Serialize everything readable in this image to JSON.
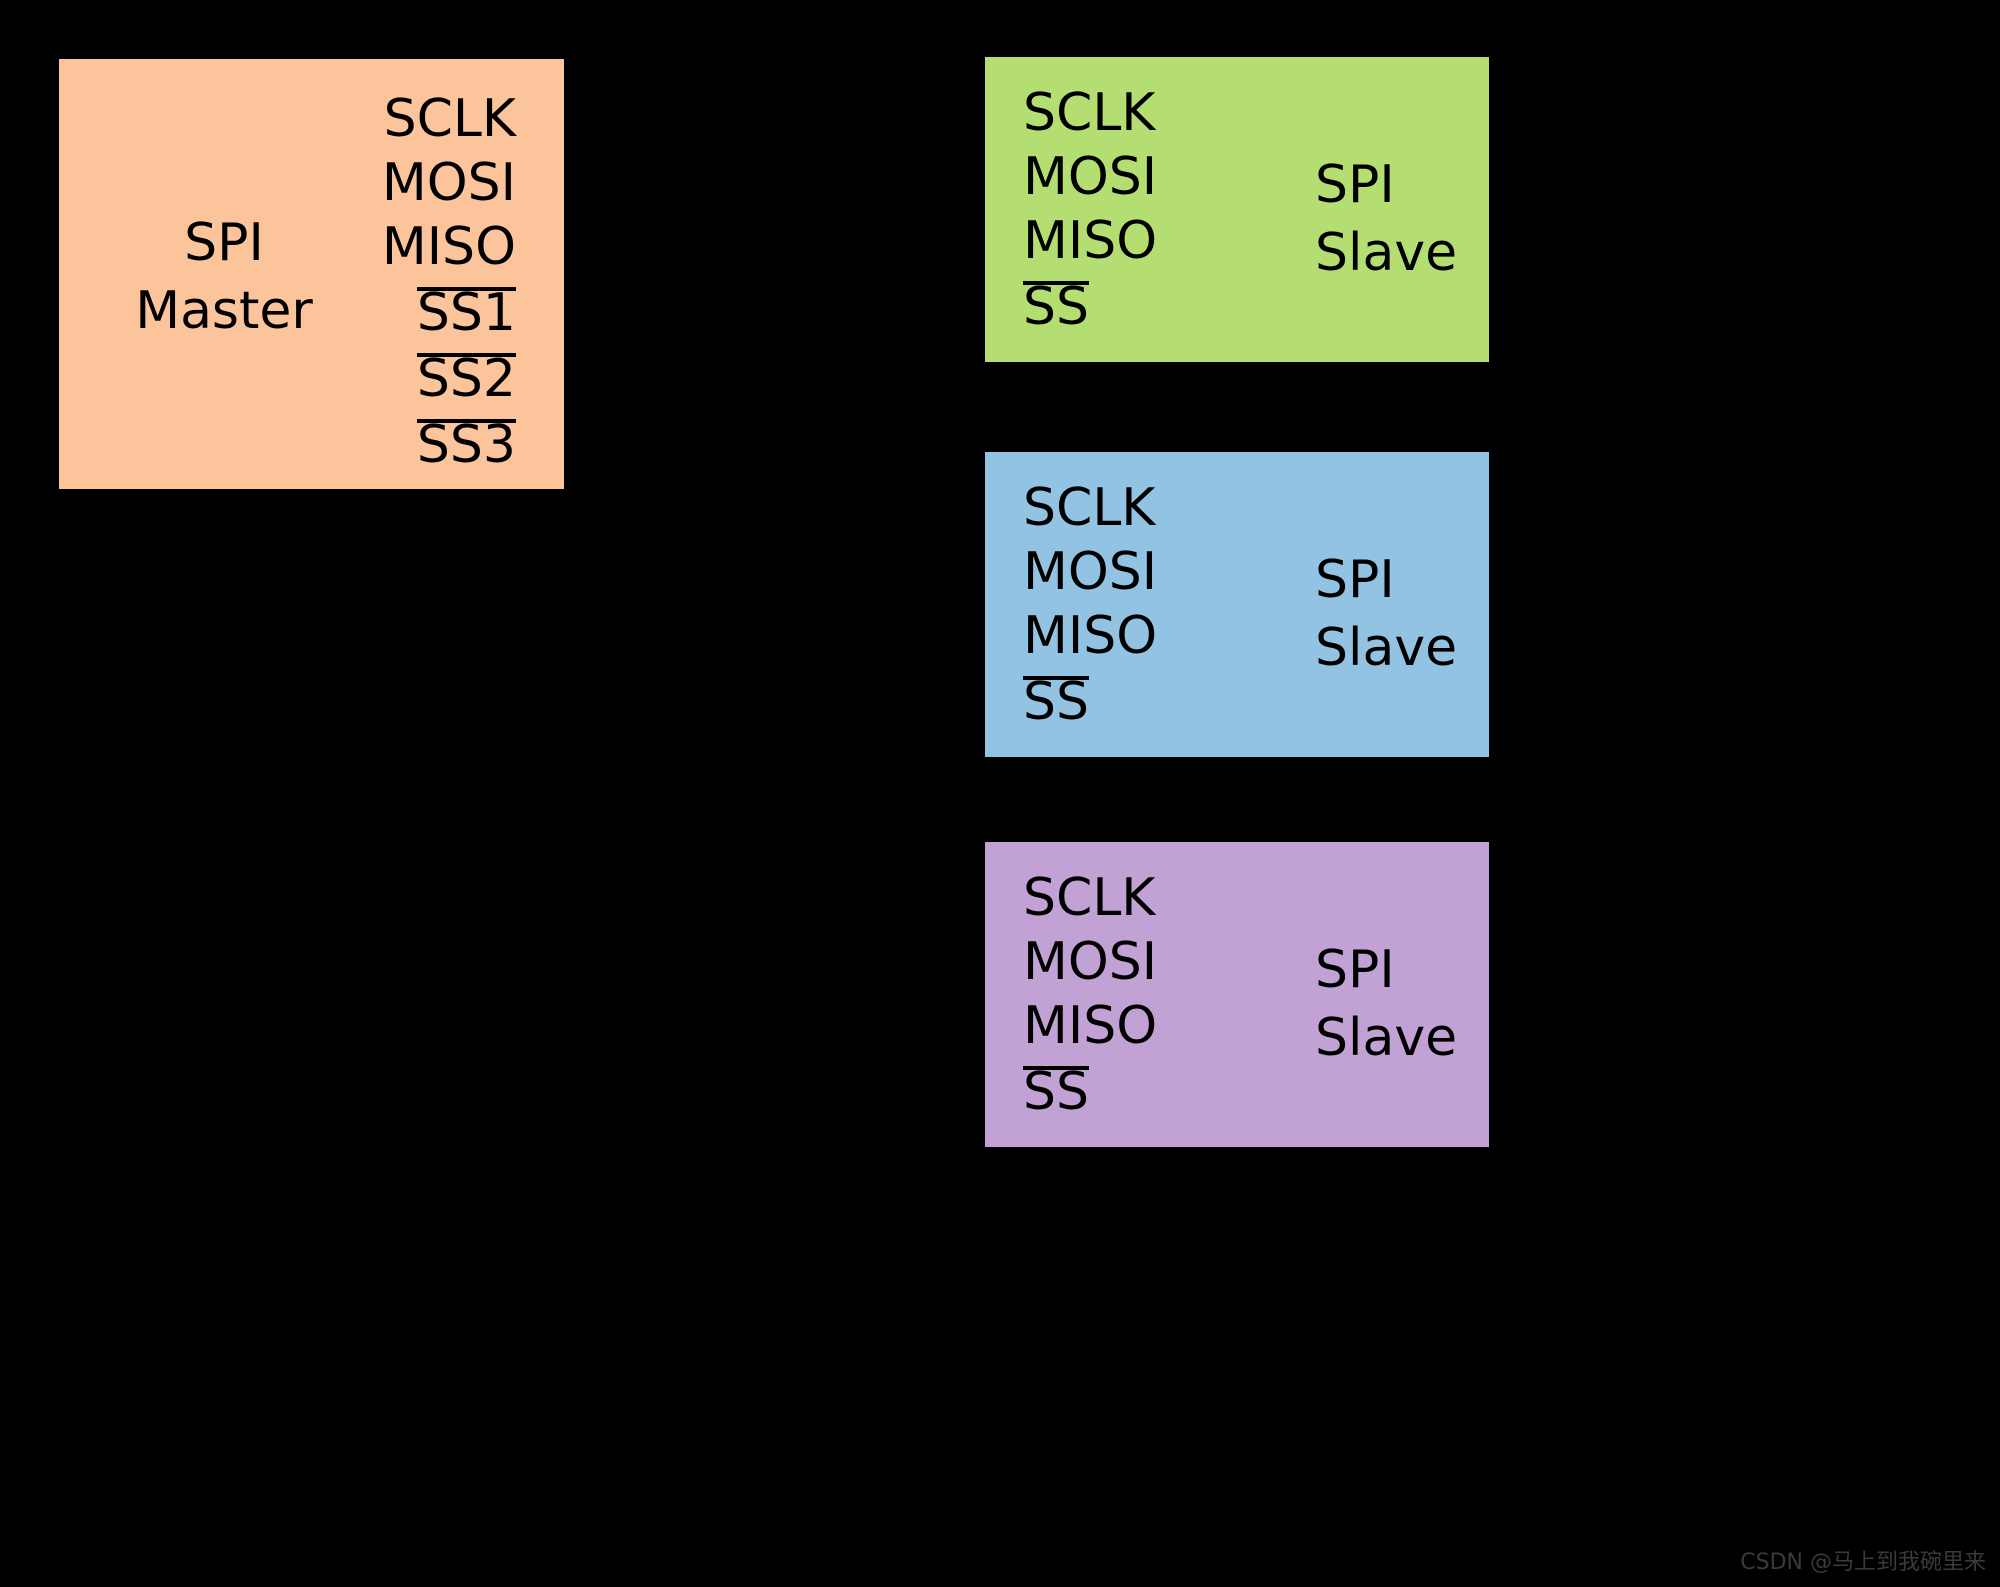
{
  "diagram": {
    "title": "SPI single-master multi-slave bus diagram",
    "background_color": "#000000",
    "master": {
      "role_line1": "SPI",
      "role_line2": "Master",
      "fill_color": "#fcc49b",
      "signals": [
        {
          "label": "SCLK",
          "overline": false
        },
        {
          "label": "MOSI",
          "overline": false
        },
        {
          "label": "MISO",
          "overline": false
        },
        {
          "label": "SS1",
          "overline": true
        },
        {
          "label": "SS2",
          "overline": true
        },
        {
          "label": "SS3",
          "overline": true
        }
      ]
    },
    "slaves": [
      {
        "name": "slave-1",
        "fill_color": "#b5de72",
        "role_line1": "SPI",
        "role_line2": "Slave",
        "signals": [
          {
            "label": "SCLK",
            "overline": false
          },
          {
            "label": "MOSI",
            "overline": false
          },
          {
            "label": "MISO",
            "overline": false
          },
          {
            "label": "SS",
            "overline": true
          }
        ]
      },
      {
        "name": "slave-2",
        "fill_color": "#92c3e3",
        "role_line1": "SPI",
        "role_line2": "Slave",
        "signals": [
          {
            "label": "SCLK",
            "overline": false
          },
          {
            "label": "MOSI",
            "overline": false
          },
          {
            "label": "MISO",
            "overline": false
          },
          {
            "label": "SS",
            "overline": true
          }
        ]
      },
      {
        "name": "slave-3",
        "fill_color": "#c2a2d4",
        "role_line1": "SPI",
        "role_line2": "Slave",
        "signals": [
          {
            "label": "SCLK",
            "overline": false
          },
          {
            "label": "MOSI",
            "overline": false
          },
          {
            "label": "MISO",
            "overline": false
          },
          {
            "label": "SS",
            "overline": true
          }
        ]
      }
    ]
  },
  "watermark": {
    "text": "CSDN @马上到我碗里来",
    "color": "#3a3a3a"
  }
}
